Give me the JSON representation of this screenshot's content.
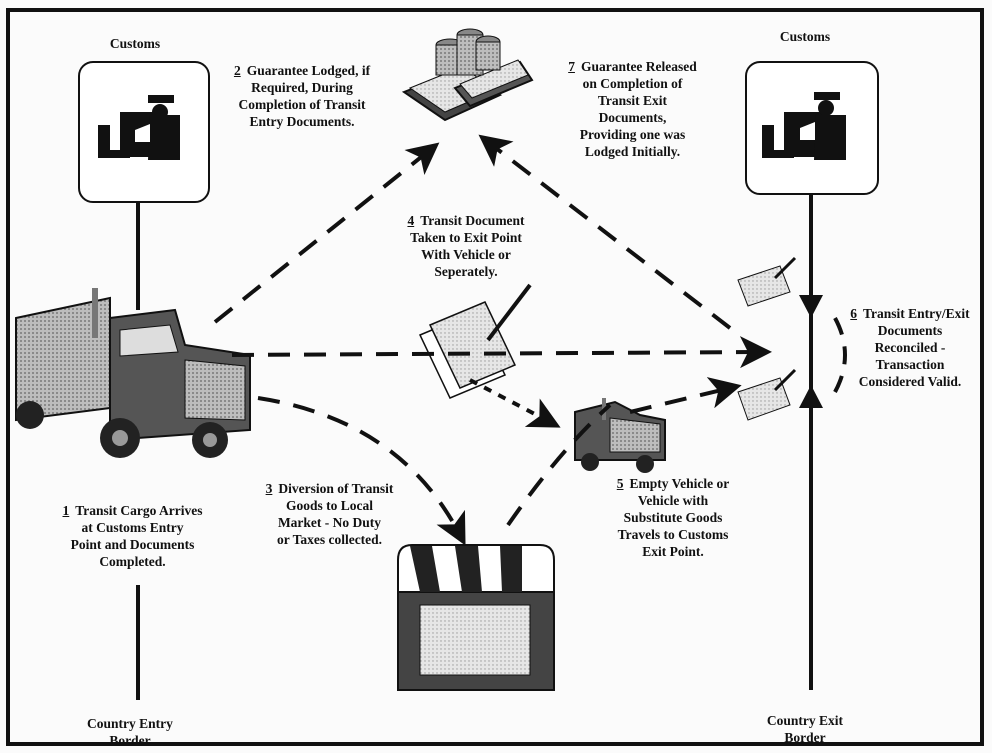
{
  "customs_entry_label": "Customs",
  "customs_exit_label": "Customs",
  "entry_border_label": [
    "Country Entry",
    "Border"
  ],
  "exit_border_label": [
    "Country Exit",
    "Border"
  ],
  "steps": [
    {
      "num": "1",
      "lines": [
        "Transit Cargo Arrives",
        "at Customs Entry",
        "Point and Documents",
        "Completed."
      ]
    },
    {
      "num": "2",
      "lines": [
        "Guarantee Lodged, if",
        "Required, During",
        "Completion of Transit",
        "Entry Documents."
      ]
    },
    {
      "num": "3",
      "lines": [
        "Diversion of Transit",
        "Goods to Local",
        "Market - No Duty",
        "or Taxes collected."
      ]
    },
    {
      "num": "4",
      "lines": [
        "Transit Document",
        "Taken to Exit Point",
        "With Vehicle or",
        "Seperately."
      ]
    },
    {
      "num": "5",
      "lines": [
        "Empty Vehicle or",
        "Vehicle with",
        "Substitute Goods",
        "Travels to Customs",
        "Exit Point."
      ]
    },
    {
      "num": "6",
      "lines": [
        "Transit Entry/Exit",
        "Documents",
        "Reconciled -",
        "Transaction",
        "Considered Valid."
      ]
    },
    {
      "num": "7",
      "lines": [
        "Guarantee Released",
        "on Completion of",
        "Transit Exit",
        "Documents,",
        "Providing one was",
        "Lodged Initially."
      ]
    }
  ]
}
